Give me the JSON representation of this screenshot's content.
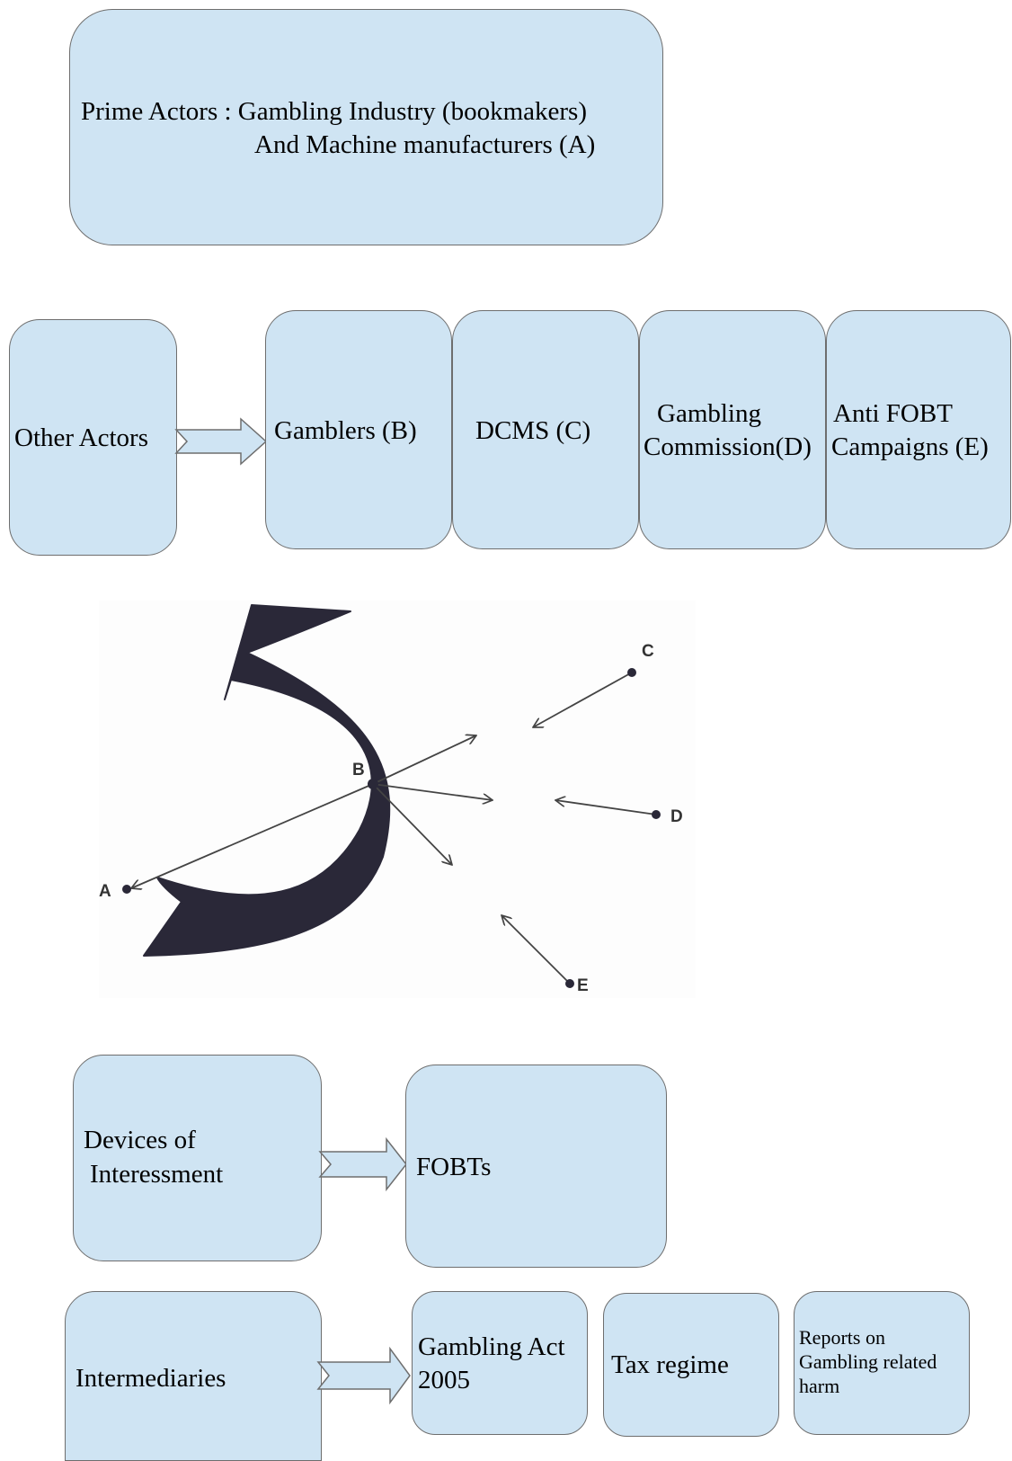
{
  "prime": {
    "line1": "Prime Actors : Gambling Industry (bookmakers)",
    "line2": "And Machine manufacturers   (A)"
  },
  "other_actors": {
    "label": "Other Actors",
    "items": [
      {
        "line1": "Gamblers (B)",
        "line2": ""
      },
      {
        "line1": "DCMS (C)",
        "line2": ""
      },
      {
        "line1": "Gambling",
        "line2": "Commission(D)"
      },
      {
        "line1": "Anti FOBT",
        "line2": "Campaigns (E)"
      }
    ]
  },
  "figure": {
    "labels": {
      "a": "A",
      "b": "B",
      "c": "C",
      "d": "D",
      "e": "E"
    }
  },
  "devices": {
    "line1": "Devices of",
    "line2": "Interessment",
    "target": "FOBTs"
  },
  "intermediaries": {
    "label": "Intermediaries",
    "items": [
      {
        "line1": "Gambling Act",
        "line2": "2005",
        "line3": ""
      },
      {
        "line1": "Tax regime",
        "line2": "",
        "line3": ""
      },
      {
        "line1": "Reports on",
        "line2": "Gambling related",
        "line3": "harm"
      }
    ]
  },
  "colors": {
    "box_fill": "#cfe4f3",
    "box_border": "#6e6e6e",
    "arc": "#2a2838",
    "line": "#444444"
  }
}
